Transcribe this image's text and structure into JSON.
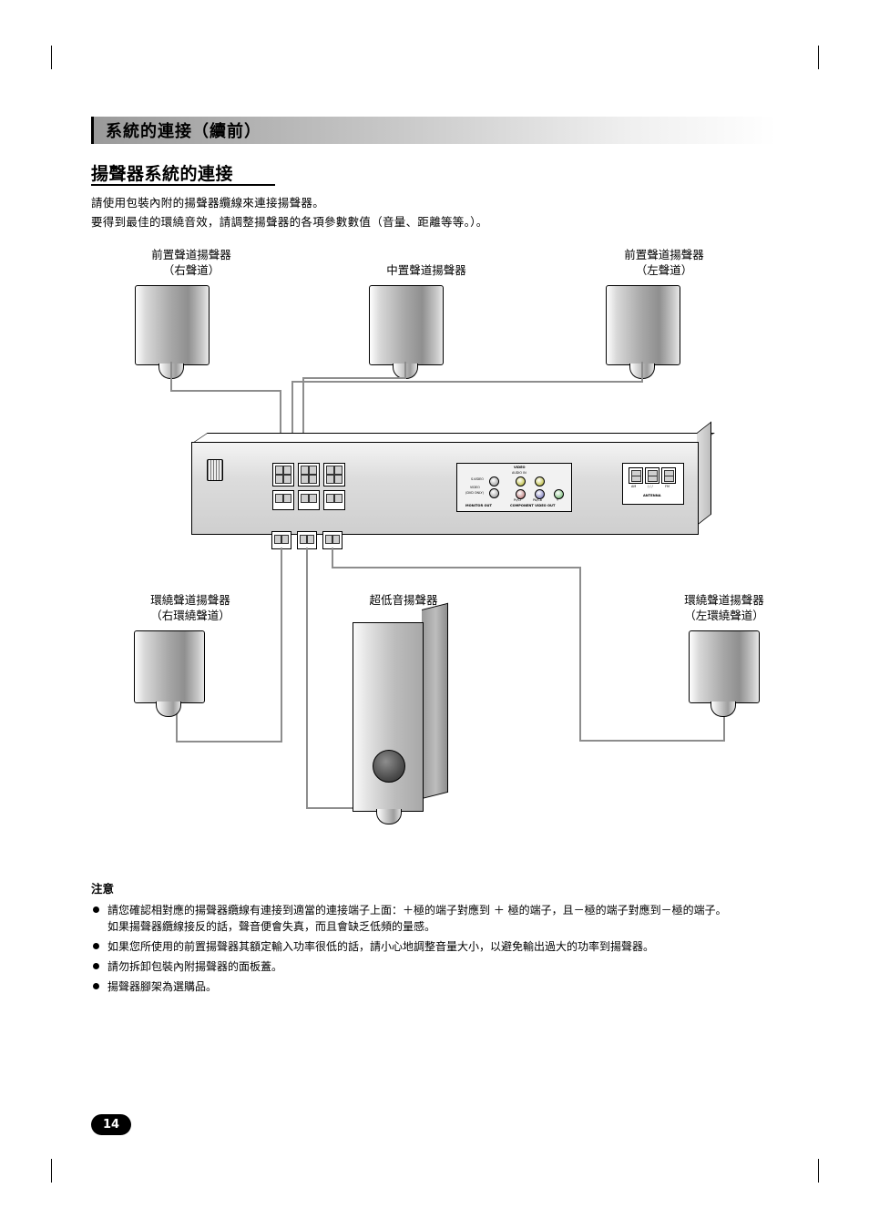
{
  "header": {
    "title": "系統的連接（續前）"
  },
  "section": {
    "title": "揚聲器系統的連接"
  },
  "intro": {
    "line1": "請使用包裝內附的揚聲器纜線來連接揚聲器。",
    "line2": "要得到最佳的環繞音效，請調整揚聲器的各項參數數值（音量、距離等等。）。"
  },
  "diagram": {
    "labels": {
      "front_right": "前置聲道揚聲器\n（右聲道）",
      "front_right_l1": "前置聲道揚聲器",
      "front_right_l2": "（右聲道）",
      "center_l1": "中置聲道揚聲器",
      "front_left_l1": "前置聲道揚聲器",
      "front_left_l2": "（左聲道）",
      "surround_right_l1": "環繞聲道揚聲器",
      "surround_right_l2": "（右環繞聲道）",
      "subwoofer_l1": "超低音揚聲器",
      "surround_left_l1": "環繞聲道揚聲器",
      "surround_left_l2": "（左環繞聲道）"
    },
    "panel": {
      "video_label": "VIDEO",
      "audio_in_label": "AUDIO IN",
      "svideo_label": "S-VIDEO",
      "dvd_only_label": "(DVD ONLY)",
      "video_jack_label": "VIDEO",
      "monitor_out_label": "MONITOR OUT",
      "component_label": "COMPONENT VIDEO OUT",
      "pr_cr_label": "Pr/Cr",
      "pb_cb_label": "Pb/Cb",
      "y_label": "Y",
      "antenna_label": "ANTENNA",
      "am_label": "AM",
      "ground_label": "/ / /",
      "fm_label": "FM"
    }
  },
  "notes": {
    "heading": "注意",
    "items": [
      "請您確認相對應的揚聲器纜線有連接到適當的連接端子上面：＋極的端子對應到 ＋ 極的端子，且－極的端子對應到－極的端子。\n如果揚聲器纜線接反的話，聲音便會失真，而且會缺乏低頻的量感。",
      "如果您所使用的前置揚聲器其額定輸入功率很低的話，請小心地調整音量大小，以避免輸出過大的功率到揚聲器。",
      "請勿拆卸包裝內附揚聲器的面板蓋。",
      "揚聲器腳架為選購品。"
    ]
  },
  "page": {
    "number": "14"
  }
}
